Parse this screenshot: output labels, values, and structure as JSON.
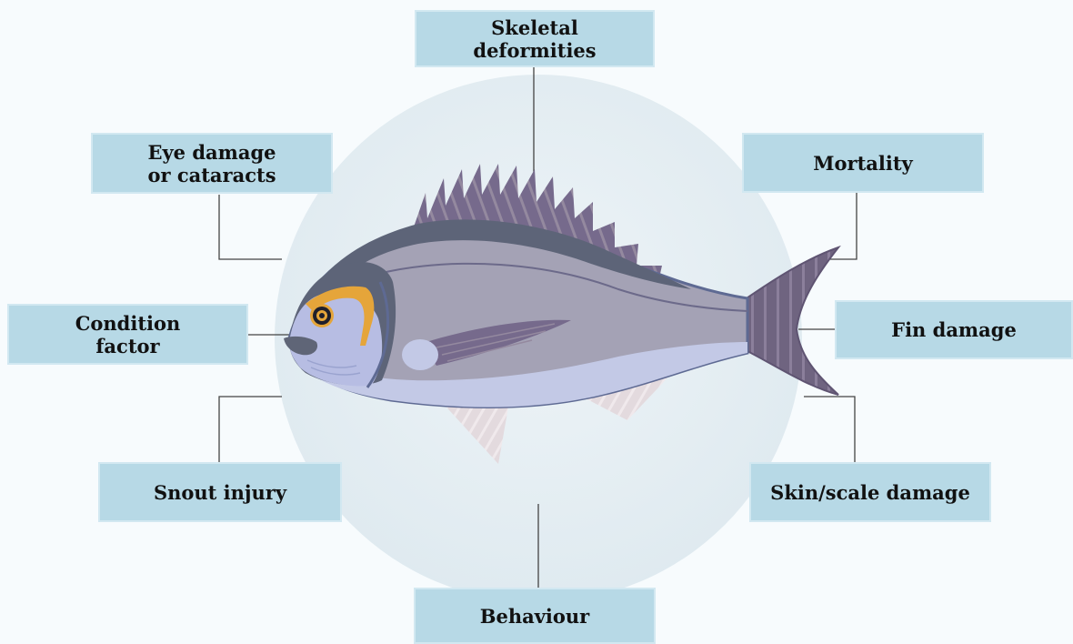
{
  "labels": {
    "skeletal": "Skeletal\ndeformities",
    "eye": "Eye damage\nor cataracts",
    "mortality": "Mortality",
    "condition": "Condition\nfactor",
    "fin": "Fin damage",
    "snout": "Snout injury",
    "skin": "Skin/scale damage",
    "behaviour": "Behaviour"
  },
  "colors": {
    "label_fill": "#b7d9e6",
    "circle": "#e4eef3",
    "fish_back": "#5d6478",
    "fish_body": "#a4a2b5",
    "fish_belly": "#c3c9e6",
    "fins": "#766a8c",
    "eye_ring": "#e5a53a"
  }
}
